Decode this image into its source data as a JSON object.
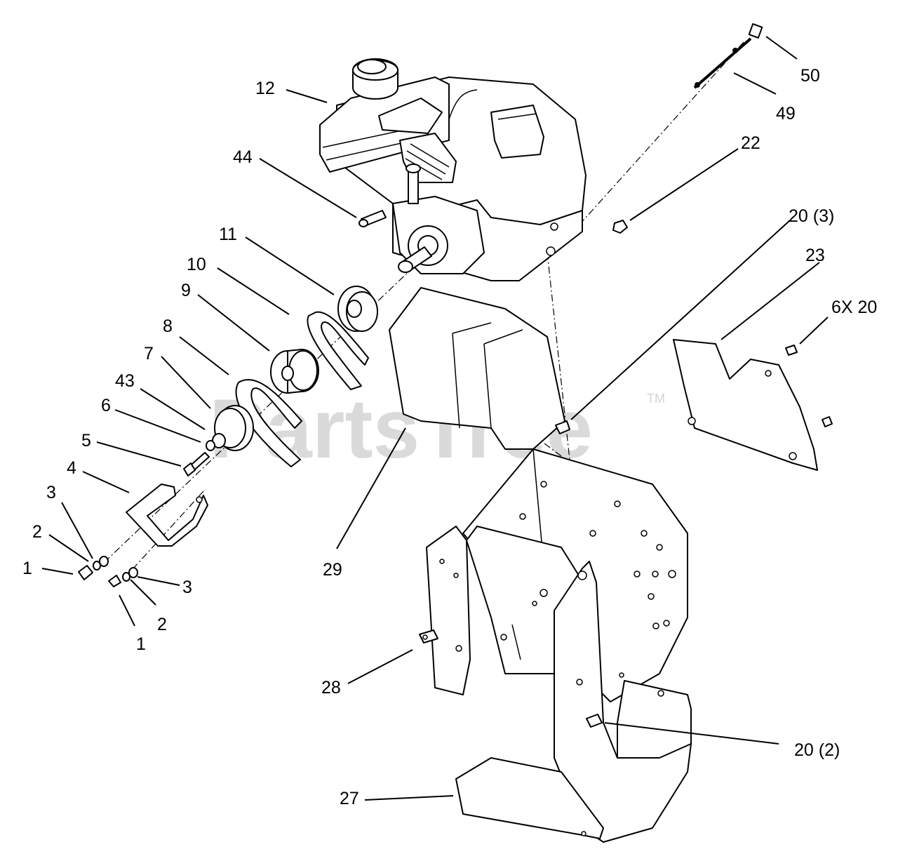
{
  "watermark": {
    "text": "PartsTree",
    "trademark": "TM"
  },
  "callouts": [
    {
      "id": "c50",
      "label": "50"
    },
    {
      "id": "c49",
      "label": "49"
    },
    {
      "id": "c12",
      "label": "12"
    },
    {
      "id": "c22",
      "label": "22"
    },
    {
      "id": "c44",
      "label": "44"
    },
    {
      "id": "c20a",
      "label": "20 (3)"
    },
    {
      "id": "c11",
      "label": "11"
    },
    {
      "id": "c23",
      "label": "23"
    },
    {
      "id": "c10",
      "label": "10"
    },
    {
      "id": "c6x20",
      "label": "6X 20"
    },
    {
      "id": "c9",
      "label": "9"
    },
    {
      "id": "c8",
      "label": "8"
    },
    {
      "id": "c7",
      "label": "7"
    },
    {
      "id": "c43",
      "label": "43"
    },
    {
      "id": "c6",
      "label": "6"
    },
    {
      "id": "c5",
      "label": "5"
    },
    {
      "id": "c4",
      "label": "4"
    },
    {
      "id": "c3a",
      "label": "3"
    },
    {
      "id": "c2a",
      "label": "2"
    },
    {
      "id": "c1a",
      "label": "1"
    },
    {
      "id": "c3b",
      "label": "3"
    },
    {
      "id": "c2b",
      "label": "2"
    },
    {
      "id": "c1b",
      "label": "1"
    },
    {
      "id": "c29",
      "label": "29"
    },
    {
      "id": "c28",
      "label": "28"
    },
    {
      "id": "c20b",
      "label": "20 (2)"
    },
    {
      "id": "c27",
      "label": "27"
    }
  ]
}
